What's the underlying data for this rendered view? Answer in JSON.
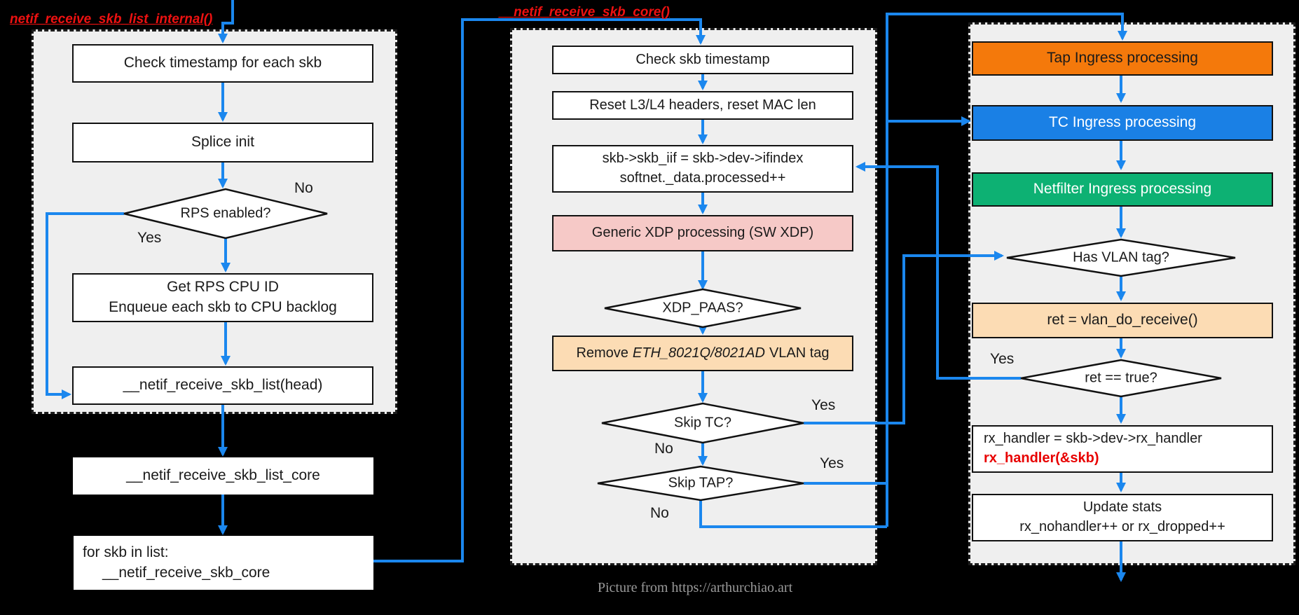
{
  "labels": {
    "yes": "Yes",
    "no": "No"
  },
  "annotations": {
    "fn_left": "netif_receive_skb_list_internal()",
    "fn_mid": "__netif_receive_skb_core()",
    "credit": "Picture from https://arthurchiao.art"
  },
  "left_panel": {
    "check_ts": "Check timestamp for each skb",
    "splice": "Splice init",
    "rps_q": "RPS enabled?",
    "get_rps_l1": "Get RPS CPU ID",
    "get_rps_l2": "Enqueue each skb to CPU backlog",
    "recv_list": "__netif_receive_skb_list(head)",
    "recv_list_core": "__netif_receive_skb_list_core",
    "for_l1": "for skb in list:",
    "for_l2": "__netif_receive_skb_core"
  },
  "mid_panel": {
    "check_ts": "Check skb timestamp",
    "reset_hdrs": "Reset L3/L4 headers, reset MAC len",
    "iif_l1": "skb->skb_iif = skb->dev->ifindex",
    "iif_l2": "softnet._data.processed++",
    "xdp": "Generic XDP processing (SW XDP)",
    "xdp_q": "XDP_PAAS?",
    "vlan_pre": "Remove",
    "vlan_em": "ETH_8021Q/8021AD",
    "vlan_post": "VLAN tag",
    "skip_tc_q": "Skip TC?",
    "skip_tap_q": "Skip TAP?"
  },
  "right_panel": {
    "tap": "Tap Ingress processing",
    "tc": "TC Ingress processing",
    "netfilter": "Netfilter Ingress processing",
    "vlan_q": "Has VLAN tag?",
    "vlan_recv": "ret = vlan_do_receive()",
    "ret_q": "ret == true?",
    "rx_l1": "rx_handler = skb->dev->rx_handler",
    "rx_l2": "rx_handler(&skb)",
    "stats_l1": "Update stats",
    "stats_l2": "rx_nohandler++ or rx_dropped++"
  },
  "colors": {
    "canvas": "#000000",
    "panel_gray": "#efefef",
    "arrow_blue": "#1b87ee",
    "tap_orange": "#f4790b",
    "tc_blue": "#1a80e5",
    "netfilter_green": "#0db173",
    "vlan_peach": "#fcdcb4",
    "xdp_pink": "#f6c9c7",
    "fn_label_red": "#ee1111",
    "rx_handler_red": "#e80000"
  }
}
